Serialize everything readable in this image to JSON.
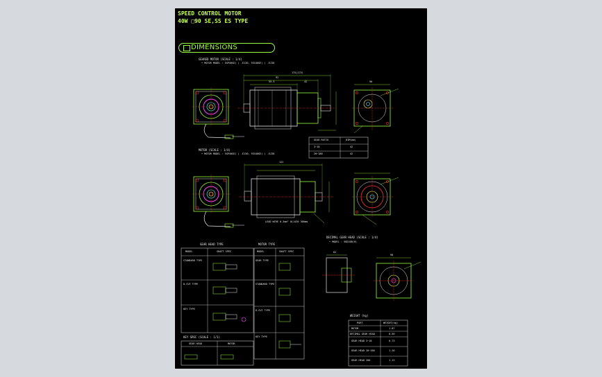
{
  "header": {
    "title_line1": "SPEED CONTROL MOTOR",
    "title_line2": "40W  □90   SE,SS ES TYPE"
  },
  "section": {
    "dimensions_label": "DIMENSIONS"
  },
  "views": {
    "geared_motor_label": "GEARED MOTOR (SCALE : 1/4)",
    "geared_motor_model": "• MOTOR MODEL : 5SP40GE( ) -EJ30, 5SS40GE( ) -EJ30",
    "motor_label": "MOTOR (SCALE : 1/4)",
    "motor_model": "• MOTOR MODEL : 5SP40GE( ) -EJ30, 5SS40GE( ) -EJ30",
    "lead_wire_note": "LEAD WIRE 0.3mm² UL1430 300mm",
    "decimal_gear_label": "DECIMAL GEAR HEAD (SCALE : 1/4)",
    "decimal_gear_model": "• MODEL : 5GD10B(H)",
    "gear_head_type_label": "GEAR HEAD TYPE",
    "motor_type_label": "MOTOR TYPE",
    "key_spec_label": "KEY SPEC (SCALE : 1/1)",
    "weight_label": "WEIGHT (kg)"
  },
  "dims": {
    "overall": "175(175)",
    "len_a": "92",
    "len_b": "55.5",
    "len_c": "42",
    "motor_overall": "122",
    "side_sq": "90",
    "decimal_l": "62",
    "decimal_sq": "90"
  },
  "gear_ratio_table": {
    "headers": [
      "GEAR RATIO",
      "DIM(mm)"
    ],
    "rows": [
      [
        "3~18",
        "42"
      ],
      [
        "20~180",
        "42"
      ]
    ]
  },
  "weight_table": {
    "headers": [
      "PART",
      "WEIGHT(kg)"
    ],
    "rows": [
      [
        "MOTOR",
        "1.87"
      ],
      [
        "DECIMAL GEAR HEAD",
        "0.50"
      ],
      [
        "GEAR HEAD 3~18",
        "0.73"
      ],
      [
        "GEAR HEAD 20~180",
        "1.10"
      ],
      [
        "GEAR HEAD 200",
        "1.13"
      ]
    ]
  },
  "left_table": {
    "headers": [
      "MODEL",
      "SHAFT SPEC"
    ],
    "rows": [
      "STANDARD TYPE",
      "D-CUT TYPE",
      "KEY TYPE"
    ]
  },
  "right_table": {
    "headers": [
      "MODEL",
      "SHAFT SPEC"
    ],
    "rows": [
      "GEAR TYPE",
      "STANDARD TYPE",
      "D-CUT TYPE",
      "KEY TYPE"
    ]
  },
  "key_table": {
    "headers": [
      "GEAR HEAD",
      "MOTOR"
    ]
  },
  "colors": {
    "sheet_bg": "#000000",
    "line_green": "#9cff3c",
    "line_white": "#e8e8e8",
    "center_red": "#ff3030",
    "accent_magenta": "#ff40ff",
    "accent_yellow": "#ffff40",
    "accent_cyan": "#40ffff",
    "page_bg": "#d6dadf"
  }
}
